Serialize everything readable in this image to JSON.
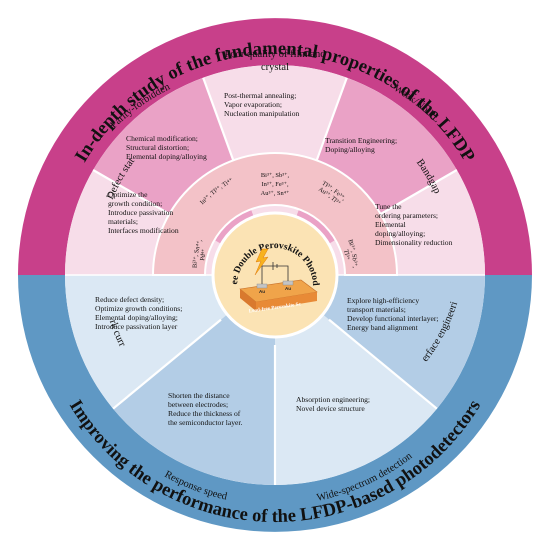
{
  "colors": {
    "upper_ring": "#c8408a",
    "lower_ring": "#5f98c4",
    "pink_light": "#f7dde9",
    "pink_mid": "#eaa2c6",
    "pink_ion": "#f3c2c8",
    "blue_light": "#dbe8f4",
    "blue_mid": "#b3cde6",
    "core_fill": "#fbe3b4",
    "divider": "#ffffff"
  },
  "outer_ring": {
    "top_title": "In-depth study of the fundamental properties of the LFDP",
    "bottom_title": "Improving the performance of the LFDP-based photodetectors"
  },
  "upper_sections": [
    {
      "id": "defect",
      "heading": "Defect state",
      "lines": [
        "Optimize the",
        "growth condition;",
        "Introduce passivation",
        "materials;",
        "Interfaces modification"
      ]
    },
    {
      "id": "parity",
      "heading": "Parity-forbidden",
      "lines": [
        "Chemical modification;",
        "Structural distortion;",
        "Elemental doping/alloying"
      ]
    },
    {
      "id": "film",
      "heading_lines": [
        "Poor quality of film and",
        "crystal"
      ],
      "lines": [
        "Post-thermal annealing;",
        "Vapor evaporation;",
        "Nucleation manipulation"
      ]
    },
    {
      "id": "pl",
      "heading": "Weak/No PL",
      "lines": [
        "Transition Engineering;",
        "Doping/alloying"
      ]
    },
    {
      "id": "bandgap",
      "heading": "Bandgap",
      "lines": [
        "Tune the",
        "ordering parameters;",
        "Elemental",
        "doping/alloying;",
        "Dimensionality reduction"
      ]
    }
  ],
  "lower_sections": [
    {
      "id": "dark",
      "heading": "Dark current",
      "lines": [
        "Reduce defect density;",
        "Optimize growth conditions;",
        "Elemental doping/alloying;",
        "Introduce passivation layer"
      ]
    },
    {
      "id": "speed",
      "heading": "Response speed",
      "lines": [
        "Shorten the distance",
        "between electrodes;",
        "Reduce the thickness of",
        "the semiconductor layer."
      ]
    },
    {
      "id": "wide",
      "heading": "Wide-spectrum detection",
      "lines": [
        "Absorption engineering;",
        "Novel device structure"
      ]
    },
    {
      "id": "interface",
      "heading": "Interface engineering",
      "lines": [
        "Explore high-efficiency",
        "transport materials;",
        "Develop functional interlayer;",
        "Energy band alignment"
      ]
    }
  ],
  "ion_labels": {
    "left": [
      "Bi³⁺, Sn⁴⁺,",
      "Pd⁴⁺"
    ],
    "left_mid": [
      "In³⁺, Tl³⁺, Ti⁴⁺"
    ],
    "center": [
      "Bi³⁺, Sb³⁺,",
      "In³⁺, Fe³⁺,",
      "Au³⁺, Sn⁴⁺"
    ],
    "right_mid": [
      "Tl³⁺, Fe³⁺,",
      "Au³⁺, Tl³⁺"
    ],
    "right": [
      "Bi³⁺, Sb³⁺,",
      "Tl³⁺"
    ]
  },
  "core": {
    "title": "Lead Free Double Perovskite Photodetectors",
    "chip_label": "Lead-free Perovskite Sc",
    "electrode_labels": [
      "Au",
      "Au"
    ]
  }
}
